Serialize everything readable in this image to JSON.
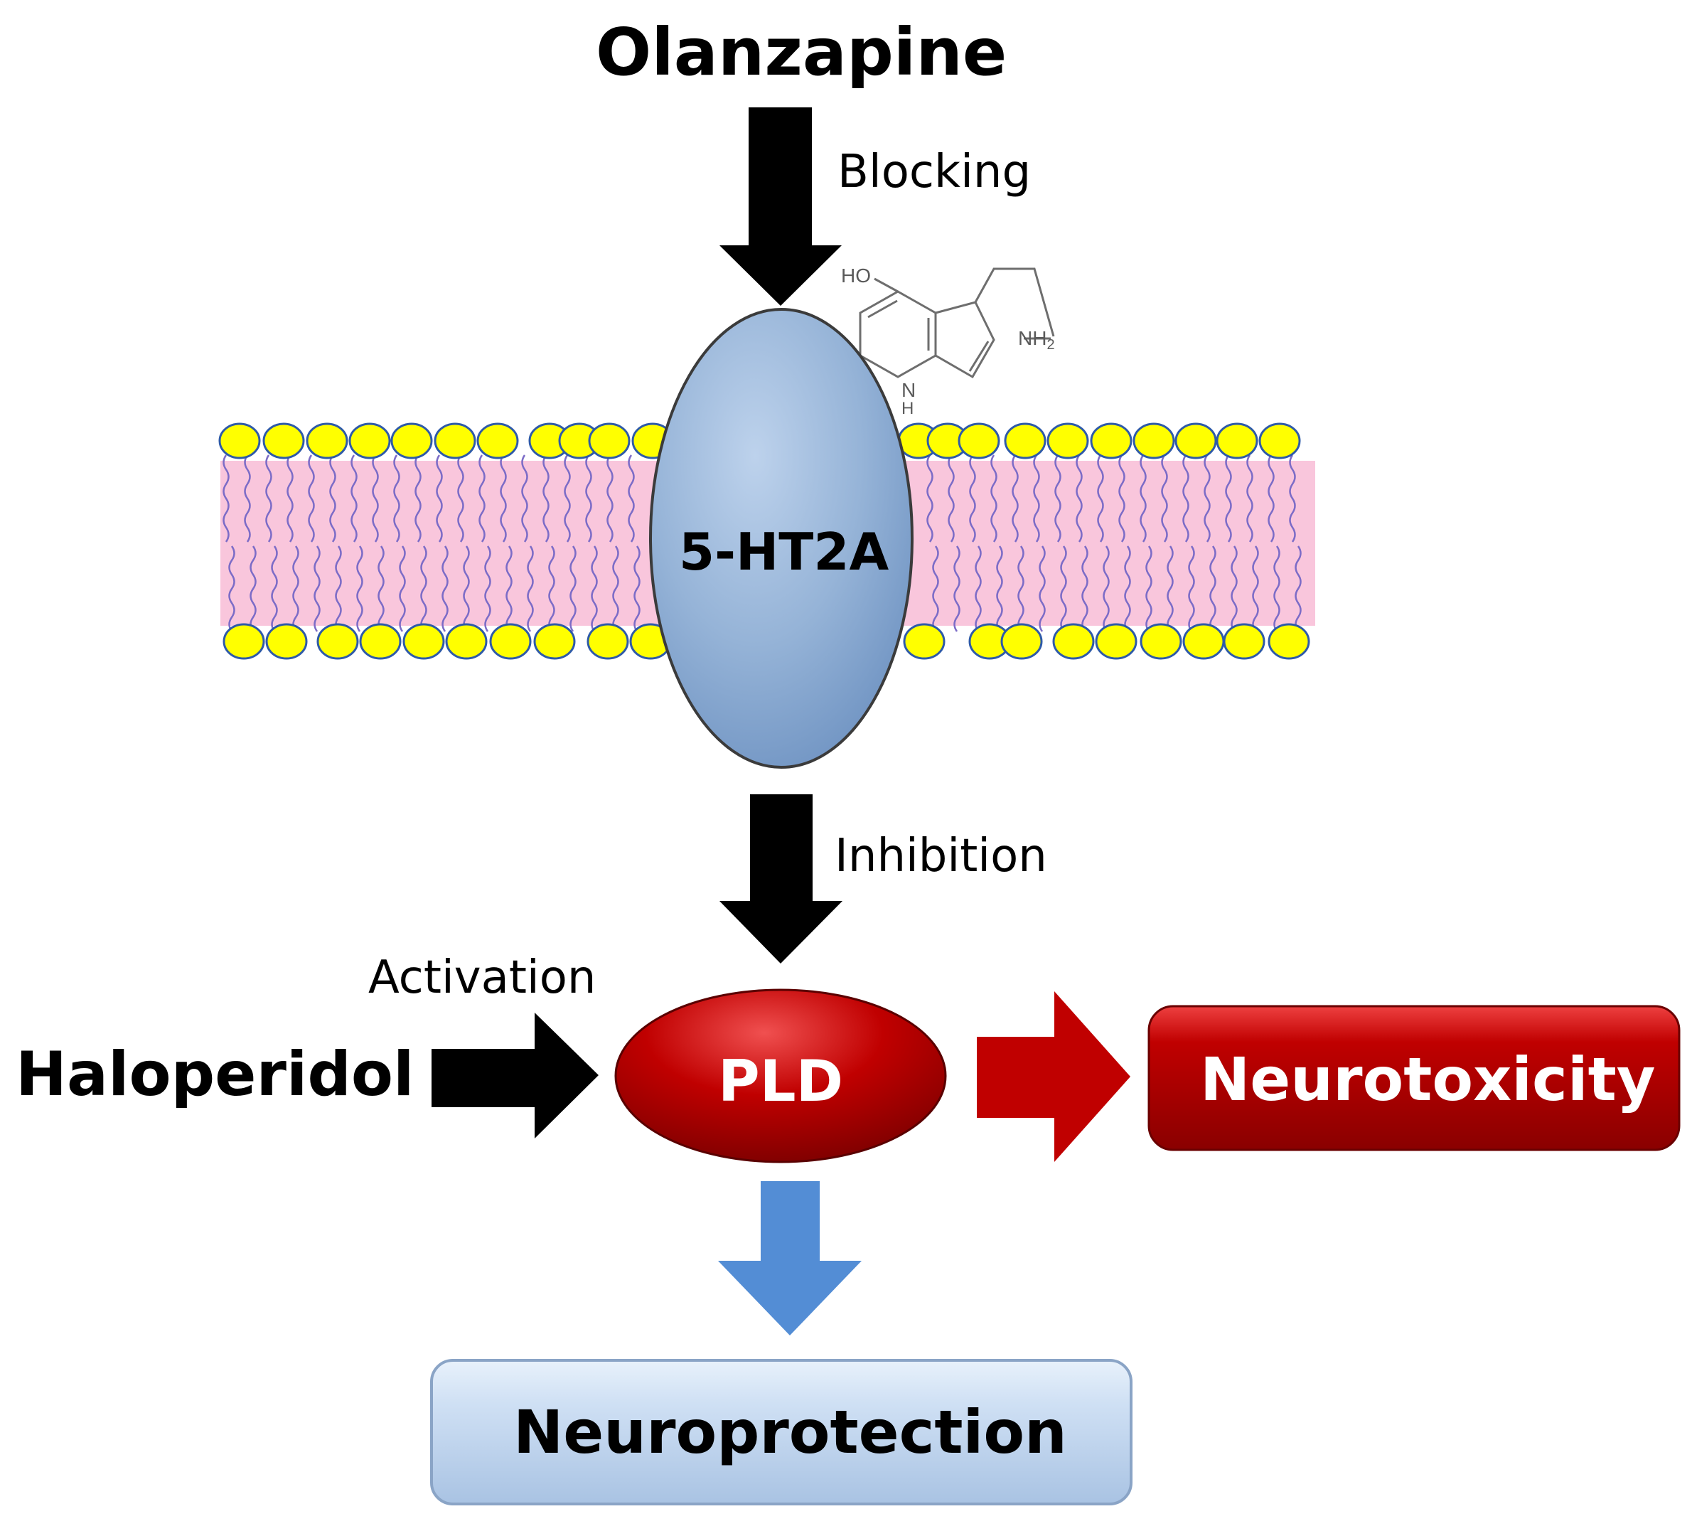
{
  "drugs": {
    "olanzapine": "Olanzapine",
    "haloperidol": "Haloperidol"
  },
  "actions": {
    "blocking": "Blocking",
    "inhibition": "Inhibition",
    "activation": "Activation"
  },
  "receptor": {
    "label": "5-HT2A"
  },
  "enzyme": {
    "label": "PLD"
  },
  "outcomes": {
    "neurotoxicity": "Neurotoxicity",
    "neuroprotection": "Neuroprotection"
  },
  "serotonin_molecule": {
    "hydroxyl": "HO",
    "amine": "NH",
    "amine_subscript": "2",
    "ring_nitrogen": "N",
    "ring_hydrogen": "H"
  },
  "colors": {
    "arrow_black": "#000000",
    "arrow_red": "#c00000",
    "arrow_blue": "#538dd5",
    "receptor_fill": "#95b3d7",
    "membrane_fill": "#f9c6dc",
    "lipid_head": "#ffff00",
    "lipid_tail": "#7c6cc7",
    "pld_fill": "#c00000",
    "neurotoxicity_fill": "#c00000",
    "neuroprotection_fill": "#c6dbf3"
  }
}
